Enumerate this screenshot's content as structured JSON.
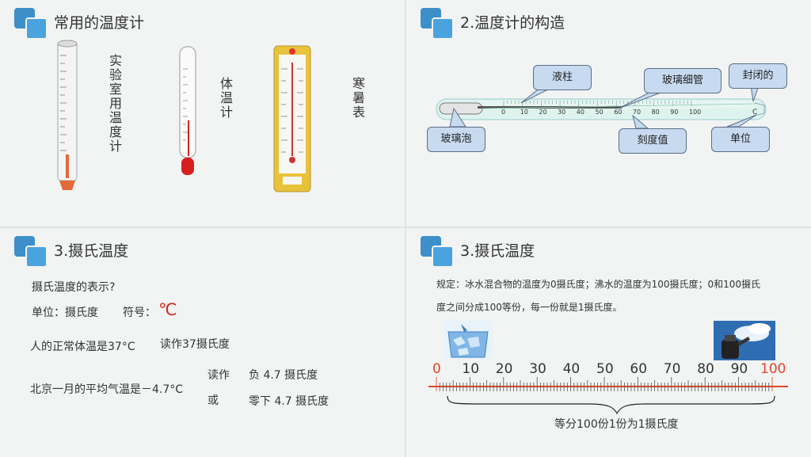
{
  "panel1": {
    "title": "常用的温度计",
    "lab_label": "实验室用温度计",
    "body_label": "体温计",
    "wall_label": "寒暑表"
  },
  "panel2": {
    "title": "2.温度计的构造",
    "labels": {
      "liquid": "液柱",
      "tube": "玻璃细管",
      "sealed": "封闭的",
      "bulb": "玻璃泡",
      "scale": "刻度值",
      "unit": "单位"
    },
    "ticks": [
      "0",
      "10",
      "20",
      "30",
      "40",
      "50",
      "60",
      "70",
      "80",
      "90",
      "100"
    ],
    "unit_symbol": "C"
  },
  "panel3": {
    "title": "3.摄氏温度",
    "q": "摄氏温度的表示?",
    "unit_line": "单位：摄氏度",
    "symbol_label": "符号：",
    "symbol": "℃",
    "normal_temp": "人的正常体温是37°C",
    "normal_read": "读作37摄氏度",
    "beijing": "北京一月的平均气温是－4.7°C",
    "read_as": "读作",
    "or": "或",
    "read1": "负 4.7 摄氏度",
    "read2": "零下 4.7 摄氏度"
  },
  "panel4": {
    "title": "3.摄氏温度",
    "definition1": "规定：冰水混合物的温度为0摄氏度；沸水的温度为100摄氏度；0和100摄氏",
    "definition2": "度之间分成100等份，每一份就是1摄氏度。",
    "scale_numbers": [
      "0",
      "10",
      "20",
      "30",
      "40",
      "50",
      "60",
      "70",
      "80",
      "90",
      "100"
    ],
    "brace_caption": "等分100份1份为1摄氏度",
    "accent_color": "#e2452a"
  }
}
